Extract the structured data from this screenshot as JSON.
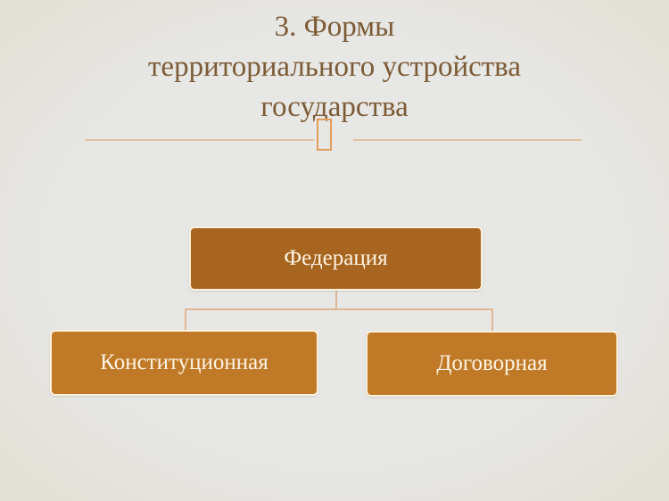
{
  "slide": {
    "title_lines": [
      "3. Формы",
      "территориального устройства",
      "государства"
    ],
    "separator_icon": "placeholder-box-icon"
  },
  "diagram": {
    "root": {
      "label": "Федерация"
    },
    "children": [
      {
        "label": "Конституционная"
      },
      {
        "label": "Договорная"
      }
    ]
  },
  "colors": {
    "background": "#e7e7e5",
    "title": "#7c5b35",
    "root_fill": "#a7651f",
    "child_fill": "#c07a27",
    "node_text": "#fdf4e6",
    "connector": "#e0b795",
    "separator": "#e2c09c"
  }
}
